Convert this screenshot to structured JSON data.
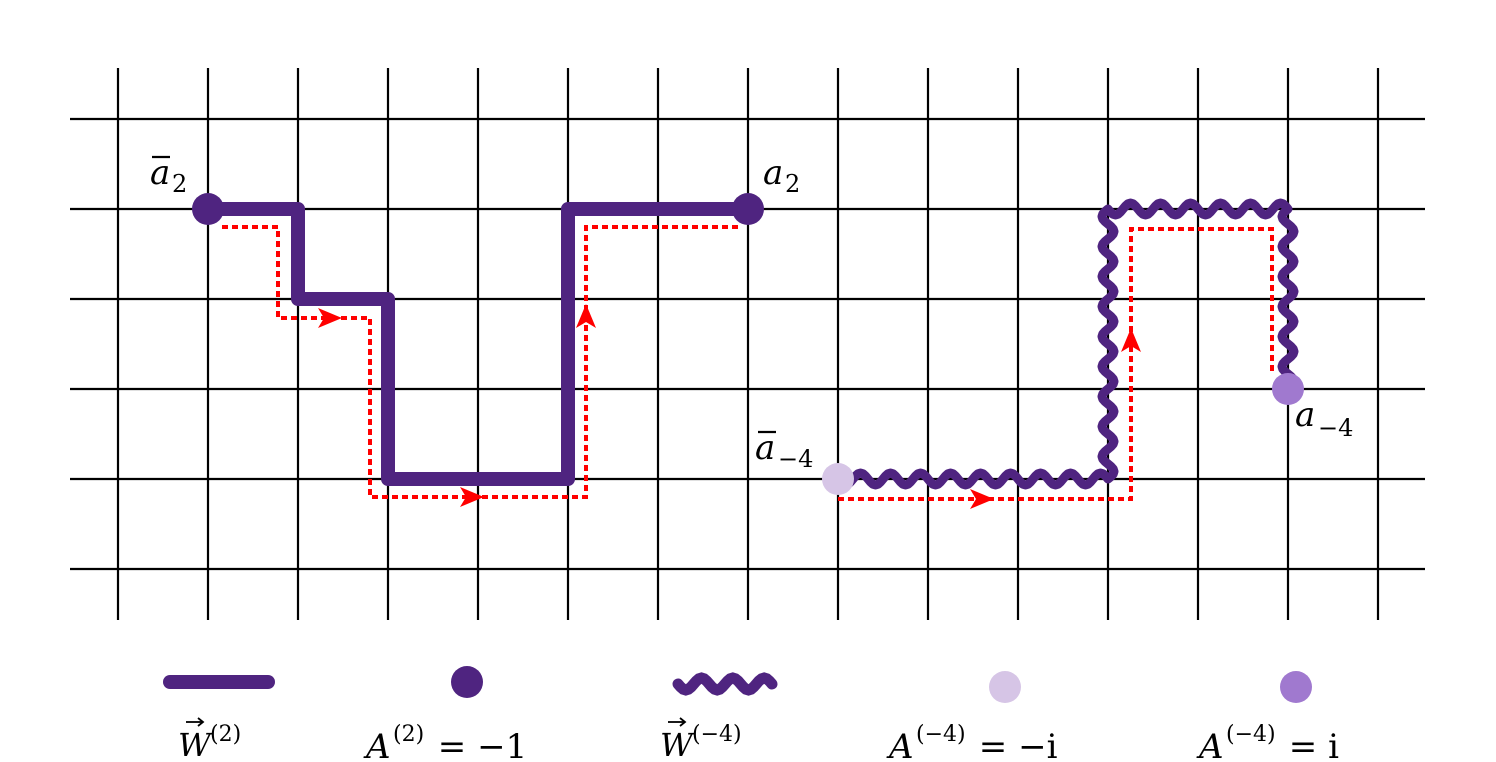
{
  "colors": {
    "background": "#ffffff",
    "grid": "#000000",
    "path": "#4f2480",
    "dot_dark": "#4f2480",
    "dot_light": "#d6c5e6",
    "dot_medium": "#a079cf",
    "trace": "#ff0000"
  },
  "labels": {
    "abar2_base": "a",
    "abar2_sub": "2",
    "a2_base": "a",
    "a2_sub": "2",
    "abarm4_base": "a",
    "abarm4_sub": "−4",
    "am4_base": "a",
    "am4_sub": "−4"
  },
  "legend": {
    "w2_base": "W",
    "w2_sup": "(2)",
    "a2val_base": "A",
    "a2val_sup": "(2)",
    "a2val_rhs": " = −1",
    "wm4_base": "W",
    "wm4_sup": "(−4)",
    "am4neg_base": "A",
    "am4neg_sup": "(−4)",
    "am4neg_rhs": " = −i",
    "am4pos_base": "A",
    "am4pos_sup": "(−4)",
    "am4pos_rhs": " = i"
  }
}
